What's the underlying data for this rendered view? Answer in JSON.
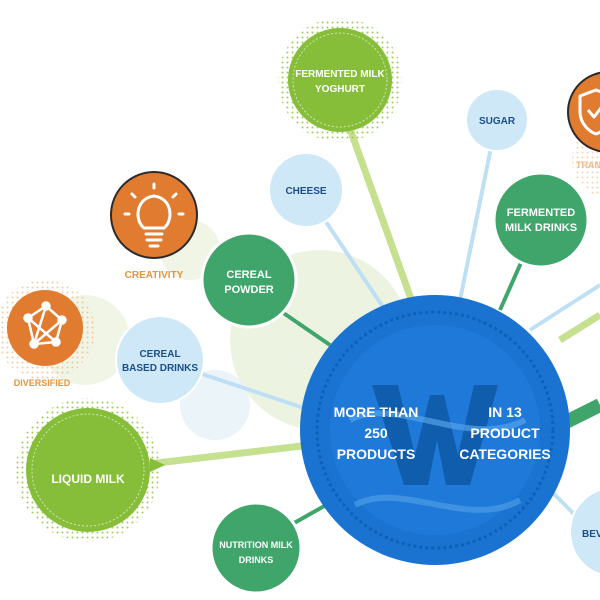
{
  "hub": {
    "left_line1": "MORE THAN",
    "left_line2": "250",
    "left_line3": "PRODUCTS",
    "right_line1": "IN 13",
    "right_line2": "PRODUCT",
    "right_line3": "CATEGORIES"
  },
  "categories": {
    "fermented_milk_yoghurt": {
      "line1": "FERMENTED MILK",
      "line2": "YOGHURT"
    },
    "sugar": {
      "line1": "SUGAR"
    },
    "cheese": {
      "line1": "CHEESE"
    },
    "fermented_milk_drinks": {
      "line1": "FERMENTED",
      "line2": "MILK DRINKS"
    },
    "cereal_powder": {
      "line1": "CEREAL",
      "line2": "POWDER"
    },
    "cereal_based_drinks": {
      "line1": "CEREAL",
      "line2": "BASED DRINKS"
    },
    "liquid_milk": {
      "line1": "LIQUID MILK"
    },
    "nutrition_milk_drinks": {
      "line1": "NUTRITION MILK",
      "line2": "DRINKS"
    },
    "beverage_partial": {
      "line1": "BEV"
    }
  },
  "values": {
    "creativity": "CREATIVITY",
    "diversified": "DIVERSIFIED",
    "trans_partial": "TRANS"
  },
  "colors": {
    "hub_blue": "#1a73d1",
    "hub_dark": "#0c5fb6",
    "lime_green": "#86be3a",
    "mid_green": "#3fa56b",
    "light_blue": "#cfe8f8",
    "orange": "#e07b2f",
    "orange_text": "#e3953f"
  },
  "icons": [
    "lightbulb-icon",
    "network-icon",
    "shield-check-icon"
  ]
}
